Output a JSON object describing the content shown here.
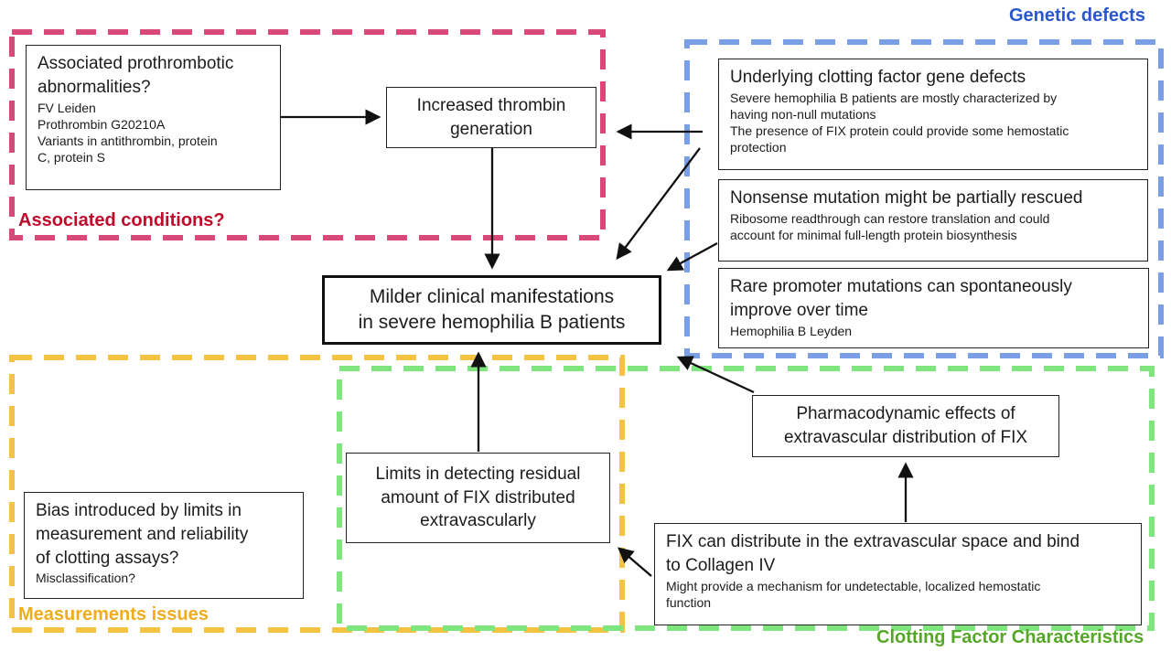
{
  "groups": {
    "associated_conditions": {
      "label": "Associated conditions?",
      "border_color": "#d8487a",
      "label_color": "#c00a2a"
    },
    "genetic_defects": {
      "label": "Genetic defects",
      "border_color": "#7b9fe4",
      "label_color": "#2b57ce"
    },
    "measurements_issues": {
      "label": "Measurements issues",
      "border_color": "#f5c344",
      "label_color": "#efad1e"
    },
    "clotting_factor_characteristics": {
      "label": "Clotting Factor Characteristics",
      "border_color": "#7fe67f",
      "label_color": "#55a727"
    }
  },
  "nodes": {
    "prothrombotic": {
      "title_lines": [
        "Associated prothrombotic",
        "abnormalities?"
      ],
      "body_lines": [
        "FV Leiden",
        "Prothrombin G20210A",
        "Variants in antithrombin, protein",
        "C, protein S"
      ]
    },
    "thrombin": {
      "lines": [
        "Increased thrombin",
        "generation"
      ]
    },
    "underlying": {
      "title_lines": [
        "Underlying clotting factor gene defects"
      ],
      "body_lines": [
        "Severe hemophilia B patients are mostly characterized by",
        "having non-null mutations",
        "The presence of FIX protein could provide some hemostatic",
        "protection"
      ]
    },
    "nonsense": {
      "title_lines": [
        "Nonsense mutation might be partially rescued"
      ],
      "body_lines": [
        "Ribosome readthrough can restore translation and could",
        "account for minimal full-length protein biosynthesis"
      ]
    },
    "rare": {
      "title_lines": [
        "Rare promoter mutations can spontaneously",
        "improve over time"
      ],
      "body_lines": [
        "Hemophilia B Leyden"
      ]
    },
    "milder": {
      "lines": [
        "Milder clinical manifestations",
        "in severe hemophilia B patients"
      ]
    },
    "limits": {
      "lines": [
        "Limits in detecting residual",
        "amount of FIX distributed",
        "extravascularly"
      ]
    },
    "bias": {
      "title_lines": [
        "Bias introduced by limits in",
        "measurement and reliability",
        "of clotting assays?"
      ],
      "body_lines": [
        "Misclassification?"
      ]
    },
    "pharma": {
      "lines": [
        "Pharmacodynamic effects of",
        "extravascular distribution of FIX"
      ]
    },
    "fix": {
      "title_lines": [
        "FIX can distribute in the extravascular space and bind",
        "to Collagen IV"
      ],
      "body_lines": [
        "Might provide a mechanism for undetectable, localized hemostatic",
        "function"
      ]
    }
  },
  "edges": [
    {
      "from": "prothrombotic",
      "to": "thrombin"
    },
    {
      "from": "underlying",
      "to": "thrombin"
    },
    {
      "from": "underlying",
      "to": "milder"
    },
    {
      "from": "nonsense",
      "to": "milder"
    },
    {
      "from": "thrombin",
      "to": "milder"
    },
    {
      "from": "limits",
      "to": "milder"
    },
    {
      "from": "pharma",
      "to": "milder"
    },
    {
      "from": "fix",
      "to": "pharma"
    },
    {
      "from": "fix",
      "to": "limits"
    }
  ]
}
